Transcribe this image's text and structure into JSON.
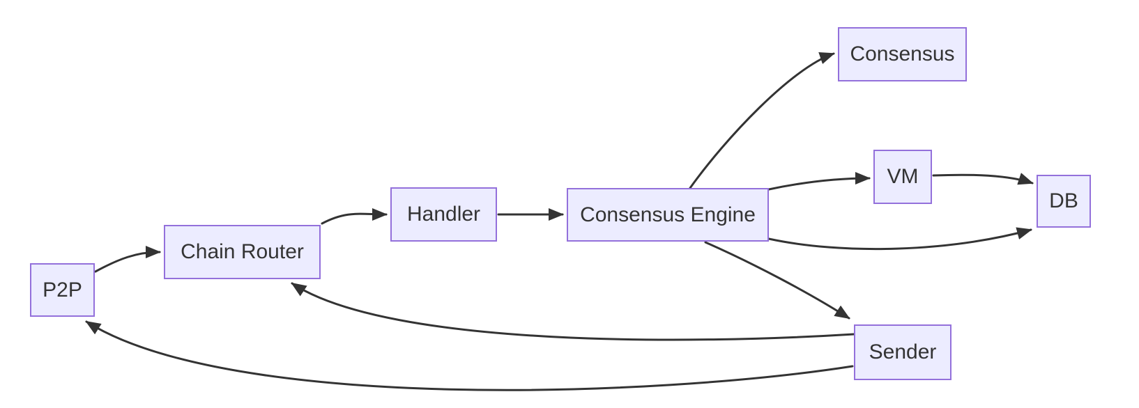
{
  "diagram": {
    "type": "flowchart",
    "colors": {
      "node_fill": "#ECECFF",
      "node_border": "#9370DB",
      "edge_color": "#333333",
      "text_color": "#333333",
      "background": "#ffffff"
    },
    "nodes": {
      "p2p": {
        "label": "P2P"
      },
      "chain_router": {
        "label": "Chain Router"
      },
      "handler": {
        "label": "Handler"
      },
      "consensus_engine": {
        "label": "Consensus Engine"
      },
      "consensus": {
        "label": "Consensus"
      },
      "vm": {
        "label": "VM"
      },
      "db": {
        "label": "DB"
      },
      "sender": {
        "label": "Sender"
      }
    },
    "edges": [
      {
        "from": "P2P",
        "to": "Chain Router"
      },
      {
        "from": "Chain Router",
        "to": "Handler"
      },
      {
        "from": "Handler",
        "to": "Consensus Engine"
      },
      {
        "from": "Consensus Engine",
        "to": "Consensus"
      },
      {
        "from": "Consensus Engine",
        "to": "VM"
      },
      {
        "from": "VM",
        "to": "DB"
      },
      {
        "from": "Consensus Engine",
        "to": "DB"
      },
      {
        "from": "Consensus Engine",
        "to": "Sender"
      },
      {
        "from": "Sender",
        "to": "Chain Router"
      },
      {
        "from": "Sender",
        "to": "P2P"
      }
    ]
  }
}
